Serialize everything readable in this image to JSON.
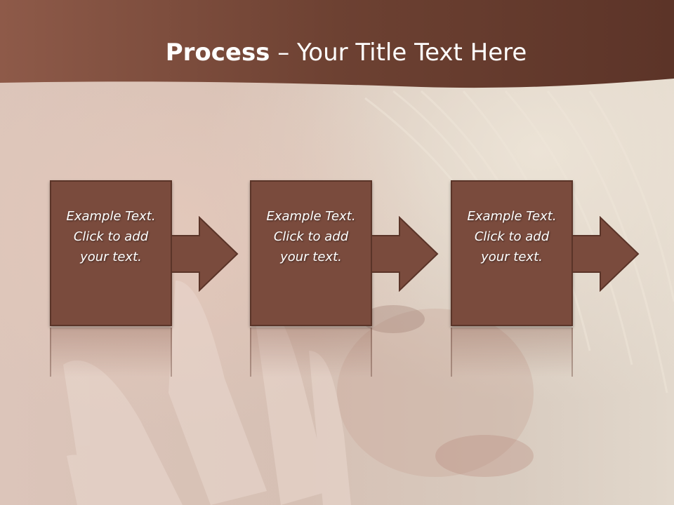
{
  "header": {
    "title_bold": "Process",
    "title_rest": " – Your Title Text Here"
  },
  "steps": [
    {
      "line1": "Example Text.",
      "line2": "Click  to add",
      "line3": "your text."
    },
    {
      "line1": "Example Text.",
      "line2": "Click  to add",
      "line3": "your text."
    },
    {
      "line1": "Example Text.",
      "line2": "Click  to add",
      "line3": "your text."
    }
  ],
  "colors": {
    "header": "#7a4b3d",
    "box": "#7a4b3d",
    "box_border": "#5a3428",
    "background": "#d8c3b7"
  }
}
